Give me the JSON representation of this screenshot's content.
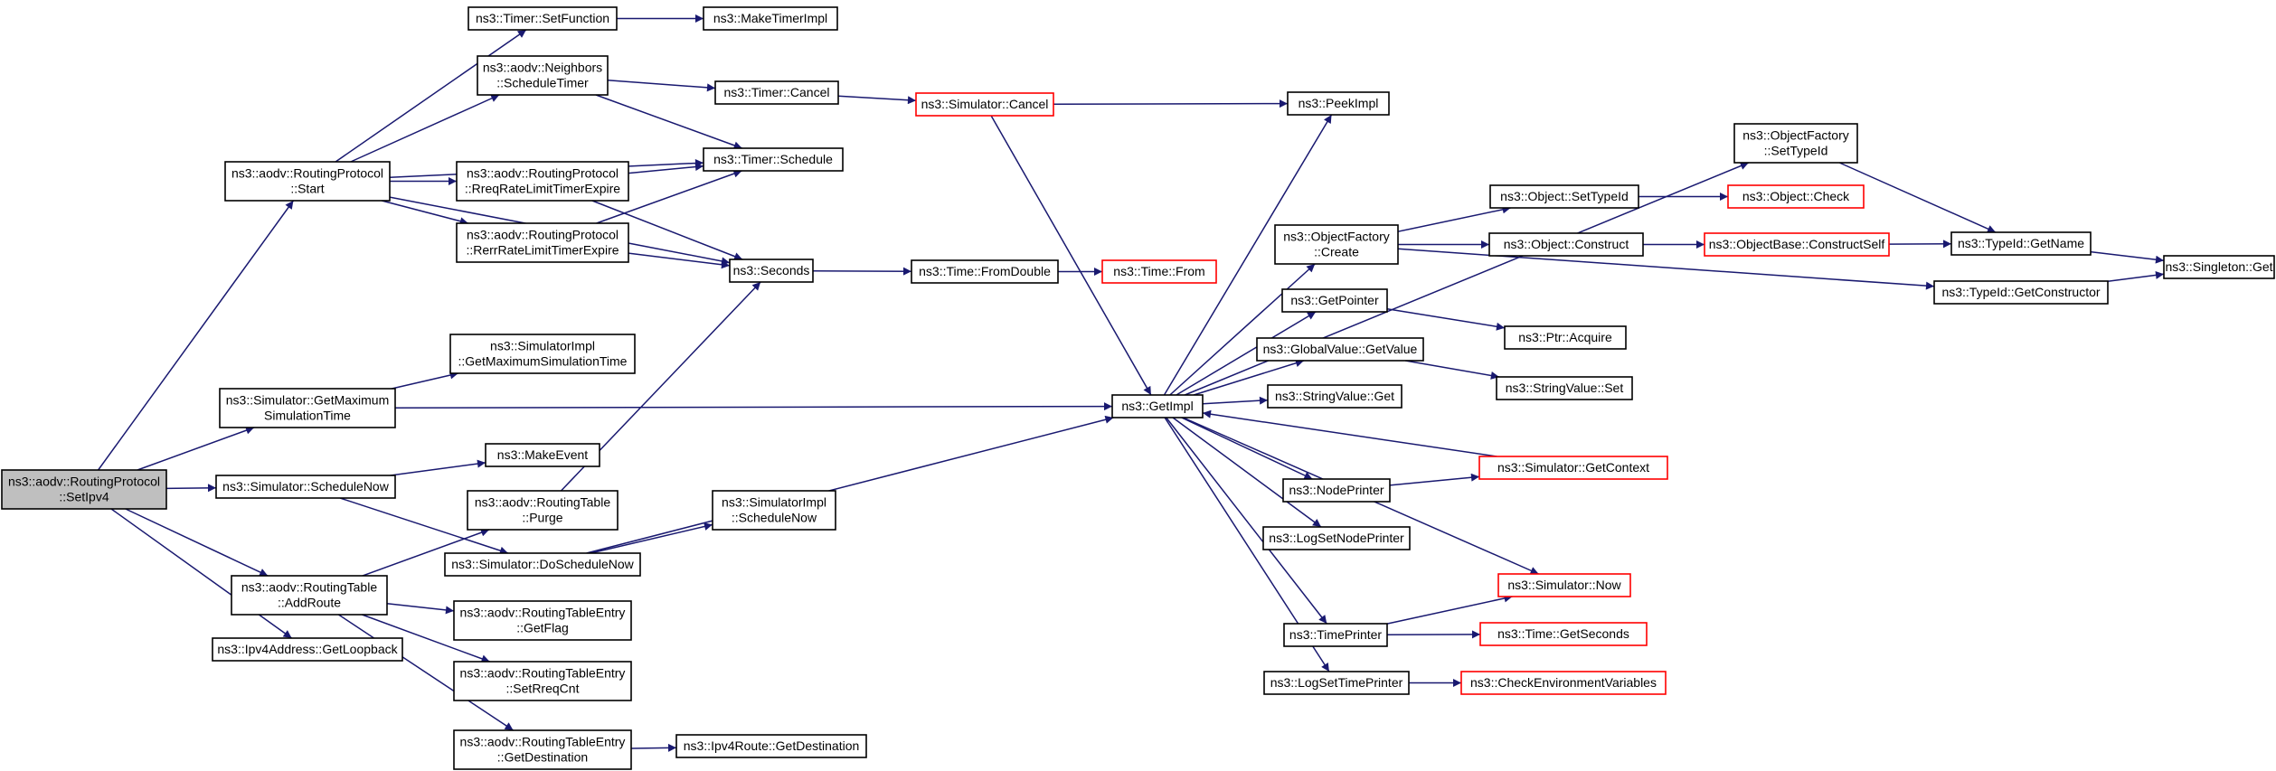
{
  "graph": {
    "root": "setipv4",
    "colors": {
      "edge": "#191970",
      "truncated_border": "#ff0000",
      "root_fill": "#bfbfbf"
    },
    "nodes": [
      {
        "id": "setipv4",
        "lines": [
          "ns3::aodv::RoutingProtocol",
          "::SetIpv4"
        ],
        "style": "root"
      },
      {
        "id": "start",
        "lines": [
          "ns3::aodv::RoutingProtocol",
          "::Start"
        ],
        "style": "normal"
      },
      {
        "id": "getmaxsim",
        "lines": [
          "ns3::Simulator::GetMaximum",
          "SimulationTime"
        ],
        "style": "normal"
      },
      {
        "id": "schednow",
        "lines": [
          "ns3::Simulator::ScheduleNow"
        ],
        "style": "normal"
      },
      {
        "id": "rt_addroute",
        "lines": [
          "ns3::aodv::RoutingTable",
          "::AddRoute"
        ],
        "style": "normal"
      },
      {
        "id": "getloopback",
        "lines": [
          "ns3::Ipv4Address::GetLoopback"
        ],
        "style": "normal"
      },
      {
        "id": "timer_setfn",
        "lines": [
          "ns3::Timer::SetFunction"
        ],
        "style": "normal"
      },
      {
        "id": "nb_sched",
        "lines": [
          "ns3::aodv::Neighbors",
          "::ScheduleTimer"
        ],
        "style": "normal"
      },
      {
        "id": "rreq_expire",
        "lines": [
          "ns3::aodv::RoutingProtocol",
          "::RreqRateLimitTimerExpire"
        ],
        "style": "normal"
      },
      {
        "id": "rerr_expire",
        "lines": [
          "ns3::aodv::RoutingProtocol",
          "::RerrRateLimitTimerExpire"
        ],
        "style": "normal"
      },
      {
        "id": "siml_getmax",
        "lines": [
          "ns3::SimulatorImpl",
          "::GetMaximumSimulationTime"
        ],
        "style": "normal"
      },
      {
        "id": "makeevent",
        "lines": [
          "ns3::MakeEvent"
        ],
        "style": "normal"
      },
      {
        "id": "rt_purge",
        "lines": [
          "ns3::aodv::RoutingTable",
          "::Purge"
        ],
        "style": "normal"
      },
      {
        "id": "doschednow",
        "lines": [
          "ns3::Simulator::DoScheduleNow"
        ],
        "style": "normal"
      },
      {
        "id": "rte_getflag",
        "lines": [
          "ns3::aodv::RoutingTableEntry",
          "::GetFlag"
        ],
        "style": "normal"
      },
      {
        "id": "rte_setrreq",
        "lines": [
          "ns3::aodv::RoutingTableEntry",
          "::SetRreqCnt"
        ],
        "style": "normal"
      },
      {
        "id": "rte_getdest",
        "lines": [
          "ns3::aodv::RoutingTableEntry",
          "::GetDestination"
        ],
        "style": "normal"
      },
      {
        "id": "maketimerimpl",
        "lines": [
          "ns3::MakeTimerImpl"
        ],
        "style": "normal"
      },
      {
        "id": "timer_cancel",
        "lines": [
          "ns3::Timer::Cancel"
        ],
        "style": "normal"
      },
      {
        "id": "timer_sched",
        "lines": [
          "ns3::Timer::Schedule"
        ],
        "style": "normal"
      },
      {
        "id": "seconds",
        "lines": [
          "ns3::Seconds"
        ],
        "style": "normal"
      },
      {
        "id": "siml_schednow",
        "lines": [
          "ns3::SimulatorImpl",
          "::ScheduleNow"
        ],
        "style": "normal"
      },
      {
        "id": "ipv4route_getdest",
        "lines": [
          "ns3::Ipv4Route::GetDestination"
        ],
        "style": "normal"
      },
      {
        "id": "sim_cancel",
        "lines": [
          "ns3::Simulator::Cancel"
        ],
        "style": "truncated"
      },
      {
        "id": "time_fromdouble",
        "lines": [
          "ns3::Time::FromDouble"
        ],
        "style": "normal"
      },
      {
        "id": "time_from",
        "lines": [
          "ns3::Time::From"
        ],
        "style": "truncated"
      },
      {
        "id": "getimpl",
        "lines": [
          "ns3::GetImpl"
        ],
        "style": "normal"
      },
      {
        "id": "peekimpl",
        "lines": [
          "ns3::PeekImpl"
        ],
        "style": "normal"
      },
      {
        "id": "of_create",
        "lines": [
          "ns3::ObjectFactory",
          "::Create"
        ],
        "style": "normal"
      },
      {
        "id": "getpointer",
        "lines": [
          "ns3::GetPointer"
        ],
        "style": "normal"
      },
      {
        "id": "gv_getvalue",
        "lines": [
          "ns3::GlobalValue::GetValue"
        ],
        "style": "normal"
      },
      {
        "id": "sv_get",
        "lines": [
          "ns3::StringValue::Get"
        ],
        "style": "normal"
      },
      {
        "id": "nodeprinter",
        "lines": [
          "ns3::NodePrinter"
        ],
        "style": "normal"
      },
      {
        "id": "logsetnodeprinter",
        "lines": [
          "ns3::LogSetNodePrinter"
        ],
        "style": "normal"
      },
      {
        "id": "timeprinter",
        "lines": [
          "ns3::TimePrinter"
        ],
        "style": "normal"
      },
      {
        "id": "logsettimeprinter",
        "lines": [
          "ns3::LogSetTimePrinter"
        ],
        "style": "normal"
      },
      {
        "id": "of_settypeid",
        "lines": [
          "ns3::ObjectFactory",
          "::SetTypeId"
        ],
        "style": "normal"
      },
      {
        "id": "obj_settypeid",
        "lines": [
          "ns3::Object::SetTypeId"
        ],
        "style": "normal"
      },
      {
        "id": "obj_construct",
        "lines": [
          "ns3::Object::Construct"
        ],
        "style": "normal"
      },
      {
        "id": "ptr_acquire",
        "lines": [
          "ns3::Ptr::Acquire"
        ],
        "style": "normal"
      },
      {
        "id": "sv_set",
        "lines": [
          "ns3::StringValue::Set"
        ],
        "style": "normal"
      },
      {
        "id": "sim_getcontext",
        "lines": [
          "ns3::Simulator::GetContext"
        ],
        "style": "truncated"
      },
      {
        "id": "sim_now",
        "lines": [
          "ns3::Simulator::Now"
        ],
        "style": "truncated"
      },
      {
        "id": "time_getseconds",
        "lines": [
          "ns3::Time::GetSeconds"
        ],
        "style": "truncated"
      },
      {
        "id": "checkenv",
        "lines": [
          "ns3::CheckEnvironmentVariables"
        ],
        "style": "truncated"
      },
      {
        "id": "obj_check",
        "lines": [
          "ns3::Object::Check"
        ],
        "style": "truncated"
      },
      {
        "id": "objbase_construct",
        "lines": [
          "ns3::ObjectBase::ConstructSelf"
        ],
        "style": "truncated"
      },
      {
        "id": "typeid_getname",
        "lines": [
          "ns3::TypeId::GetName"
        ],
        "style": "normal"
      },
      {
        "id": "typeid_getctor",
        "lines": [
          "ns3::TypeId::GetConstructor"
        ],
        "style": "normal"
      },
      {
        "id": "singleton_get",
        "lines": [
          "ns3::Singleton::Get"
        ],
        "style": "normal"
      }
    ],
    "edges": [
      [
        "setipv4",
        "start"
      ],
      [
        "setipv4",
        "getmaxsim"
      ],
      [
        "setipv4",
        "schednow"
      ],
      [
        "setipv4",
        "rt_addroute"
      ],
      [
        "setipv4",
        "getloopback"
      ],
      [
        "start",
        "timer_setfn"
      ],
      [
        "start",
        "nb_sched"
      ],
      [
        "start",
        "timer_sched"
      ],
      [
        "start",
        "rreq_expire"
      ],
      [
        "start",
        "rerr_expire"
      ],
      [
        "start",
        "seconds"
      ],
      [
        "getmaxsim",
        "siml_getmax"
      ],
      [
        "getmaxsim",
        "getimpl"
      ],
      [
        "schednow",
        "makeevent"
      ],
      [
        "schednow",
        "doschednow"
      ],
      [
        "rt_addroute",
        "rt_purge"
      ],
      [
        "rt_addroute",
        "rte_getflag"
      ],
      [
        "rt_addroute",
        "rte_setrreq"
      ],
      [
        "rt_addroute",
        "rte_getdest"
      ],
      [
        "timer_setfn",
        "maketimerimpl"
      ],
      [
        "nb_sched",
        "timer_cancel"
      ],
      [
        "nb_sched",
        "timer_sched"
      ],
      [
        "rreq_expire",
        "timer_sched"
      ],
      [
        "rreq_expire",
        "seconds"
      ],
      [
        "rerr_expire",
        "timer_sched"
      ],
      [
        "rerr_expire",
        "seconds"
      ],
      [
        "rt_purge",
        "seconds"
      ],
      [
        "doschednow",
        "siml_schednow"
      ],
      [
        "doschednow",
        "getimpl"
      ],
      [
        "rte_getdest",
        "ipv4route_getdest"
      ],
      [
        "timer_cancel",
        "sim_cancel"
      ],
      [
        "seconds",
        "time_fromdouble"
      ],
      [
        "sim_cancel",
        "peekimpl"
      ],
      [
        "sim_cancel",
        "getimpl"
      ],
      [
        "time_fromdouble",
        "time_from"
      ],
      [
        "getimpl",
        "peekimpl"
      ],
      [
        "getimpl",
        "of_settypeid"
      ],
      [
        "getimpl",
        "of_create"
      ],
      [
        "getimpl",
        "getpointer"
      ],
      [
        "getimpl",
        "gv_getvalue"
      ],
      [
        "getimpl",
        "sv_get"
      ],
      [
        "getimpl",
        "nodeprinter"
      ],
      [
        "getimpl",
        "logsetnodeprinter"
      ],
      [
        "getimpl",
        "sim_now"
      ],
      [
        "getimpl",
        "timeprinter"
      ],
      [
        "getimpl",
        "logsettimeprinter"
      ],
      [
        "sim_getcontext",
        "getimpl"
      ],
      [
        "of_create",
        "obj_settypeid"
      ],
      [
        "of_create",
        "obj_construct"
      ],
      [
        "of_create",
        "typeid_getctor"
      ],
      [
        "getpointer",
        "ptr_acquire"
      ],
      [
        "gv_getvalue",
        "sv_set"
      ],
      [
        "nodeprinter",
        "sim_getcontext"
      ],
      [
        "timeprinter",
        "sim_now"
      ],
      [
        "timeprinter",
        "time_getseconds"
      ],
      [
        "logsettimeprinter",
        "checkenv"
      ],
      [
        "of_settypeid",
        "typeid_getname"
      ],
      [
        "obj_settypeid",
        "obj_check"
      ],
      [
        "obj_construct",
        "objbase_construct"
      ],
      [
        "objbase_construct",
        "typeid_getname"
      ],
      [
        "typeid_getname",
        "singleton_get"
      ],
      [
        "typeid_getctor",
        "singleton_get"
      ]
    ]
  }
}
